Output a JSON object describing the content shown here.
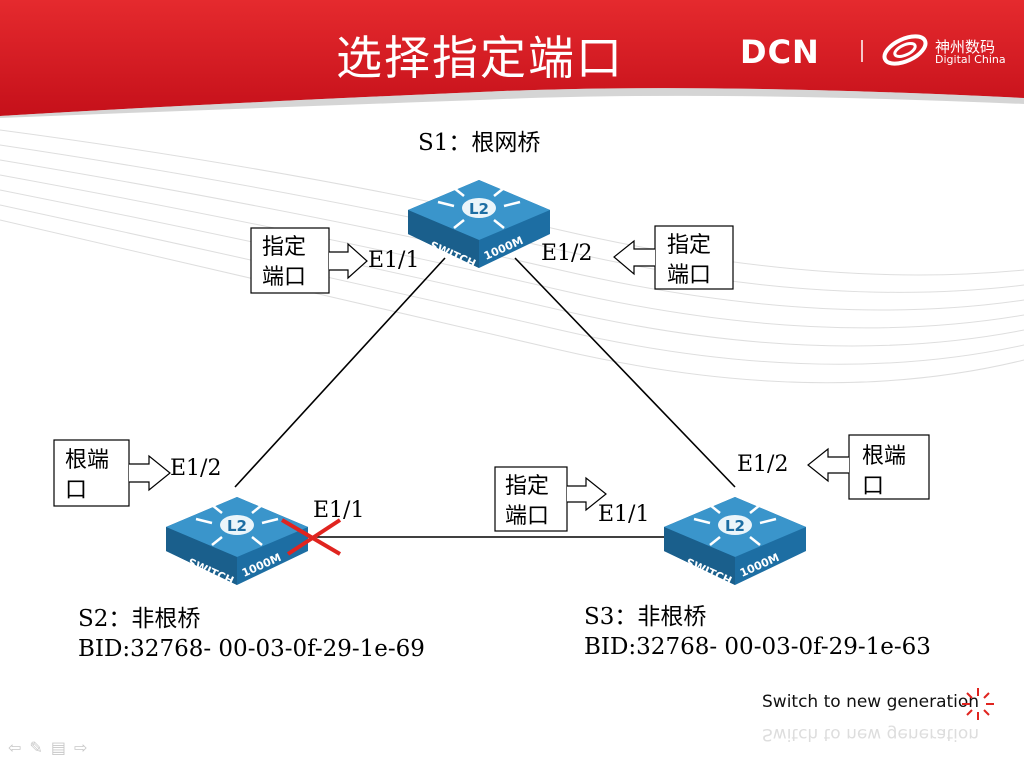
{
  "header": {
    "title": "选择指定端口",
    "brand_logo": "DCN",
    "company_cn": "神州数码",
    "company_en": "Digital China"
  },
  "diagram": {
    "switches": [
      {
        "id": "S1",
        "caption": "S1：根网桥",
        "icon": "l2-switch-icon",
        "icon_text": "L2",
        "model_text": "SWITCH 1000M"
      },
      {
        "id": "S2",
        "caption": "S2：非根桥",
        "bid": "BID:32768- 00-03-0f-29-1e-69",
        "icon": "l2-switch-icon",
        "icon_text": "L2",
        "model_text": "SWITCH 1000M"
      },
      {
        "id": "S3",
        "caption": "S3：非根桥",
        "bid": "BID:32768- 00-03-0f-29-1e-63",
        "icon": "l2-switch-icon",
        "icon_text": "L2",
        "model_text": "SWITCH 1000M"
      }
    ],
    "ports": {
      "s1_e11": "E1/1",
      "s1_e12": "E1/2",
      "s2_e12": "E1/2",
      "s2_e11": "E1/1",
      "s3_e11": "E1/1",
      "s3_e12": "E1/2"
    },
    "callouts": {
      "s1_left": {
        "line1": "指定",
        "line2": "端口"
      },
      "s1_right": {
        "line1": "指定",
        "line2": "端口"
      },
      "s2_left": {
        "line1": "根端",
        "line2": "口"
      },
      "s3_middle": {
        "line1": "指定",
        "line2": "端口"
      },
      "s3_right": {
        "line1": "根端",
        "line2": "口"
      }
    },
    "blocked_port_marker": "red-x-icon"
  },
  "footer": {
    "slogan": "Switch to new generation"
  },
  "colors": {
    "header_red": "#d8161b",
    "switch_blue": "#2b7fb5",
    "marker_red": "#e0241f"
  }
}
